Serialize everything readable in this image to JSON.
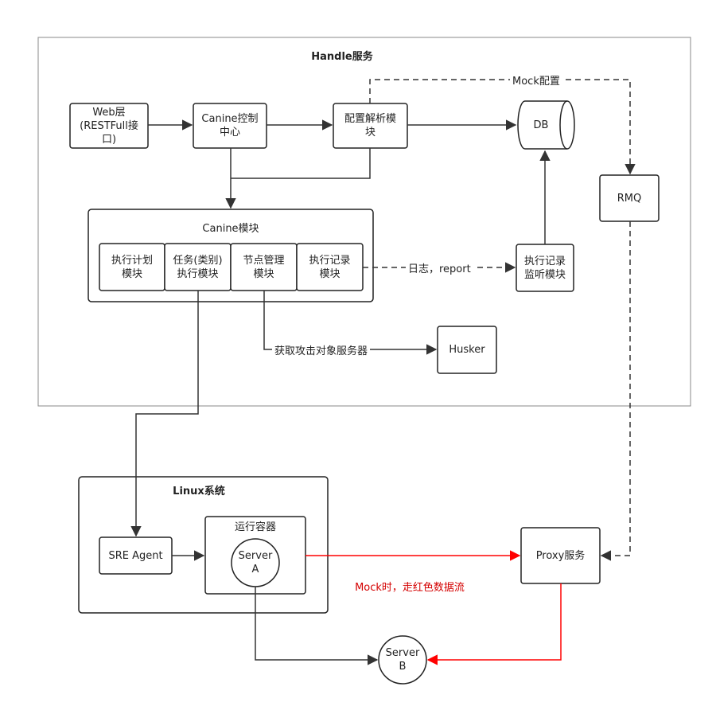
{
  "handle": {
    "title": "Handle服务"
  },
  "linux": {
    "title": "Linux系统"
  },
  "nodes": {
    "web": "Web层\n(RESTFull接\n口)",
    "canine_ctrl": "Canine控制\n中心",
    "config_parse": "配置解析模\n块",
    "db": "DB",
    "rmq": "RMQ",
    "canine_module": "Canine模块",
    "plan": "执行计划\n模块",
    "task": "任务(类别)\n执行模块",
    "node_mgmt": "节点管理\n模块",
    "record": "执行记录\n模块",
    "listener": "执行记录\n监听模块",
    "husker": "Husker",
    "sre_agent": "SRE Agent",
    "container": "运行容器",
    "server_a": "Server\nA",
    "proxy": "Proxy服务",
    "server_b": "Server\nB"
  },
  "edges": {
    "mock_config": "Mock配置",
    "log_report": "日志，report",
    "get_target": "获取攻击对象服务器",
    "mock_note": "Mock时，走红色数据流"
  },
  "colors": {
    "line": "#333333",
    "red": "#ff0000",
    "note_red": "#d40000",
    "frame": "#888888"
  }
}
